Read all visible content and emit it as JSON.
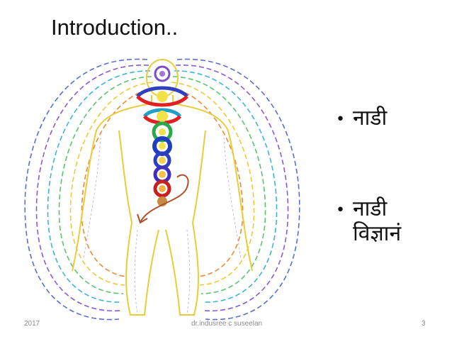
{
  "slide": {
    "title": "Introduction..",
    "bullets": [
      {
        "text": "नाडी"
      },
      {
        "text": "नाडी विज्ञानं"
      }
    ],
    "figure": {
      "icon": "chakra-body-illustration-icon"
    },
    "footer": {
      "left": "2017",
      "center": "dr.indusree c suseelan",
      "right": "3"
    }
  }
}
